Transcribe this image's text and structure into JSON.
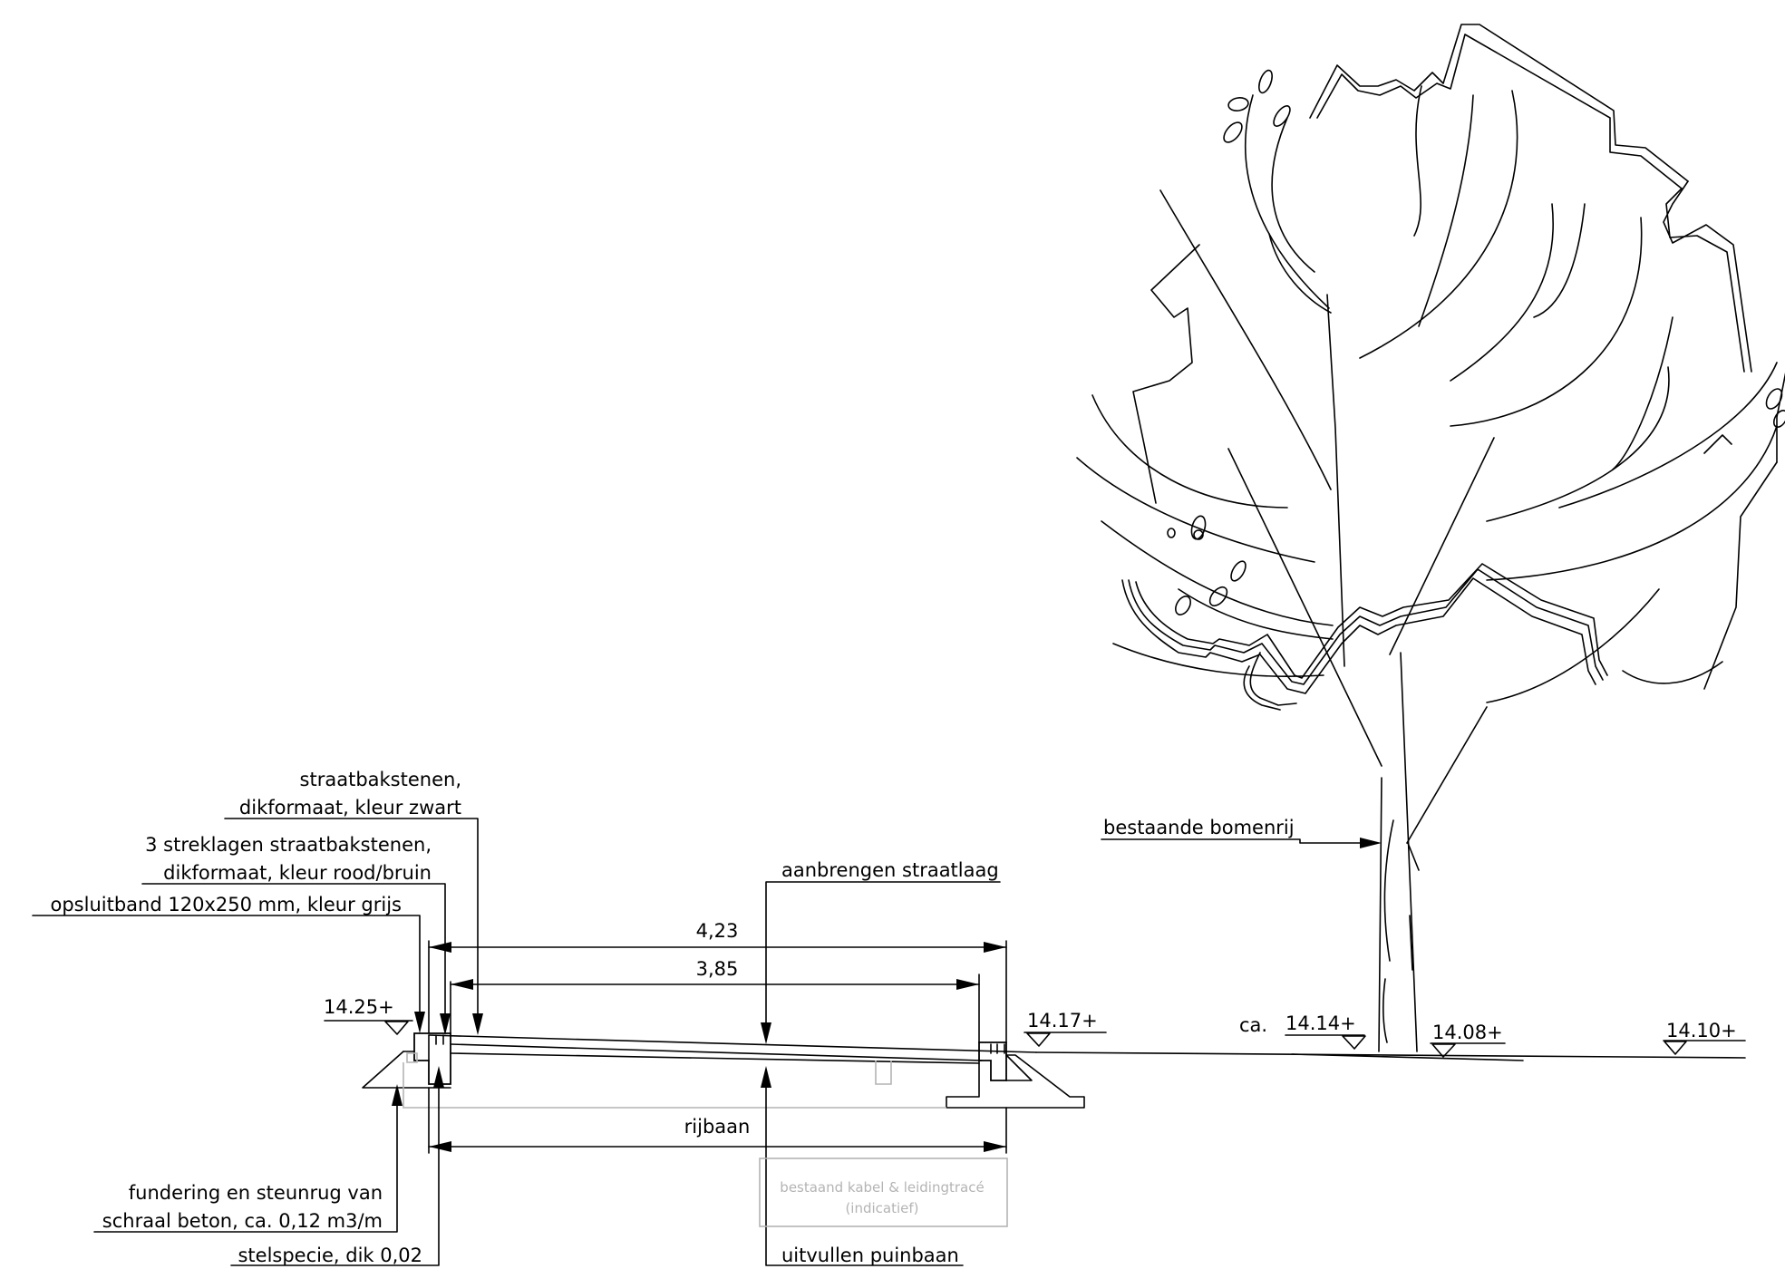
{
  "labels": {
    "straatbakstenen_line1": "straatbakstenen,",
    "straatbakstenen_line2": "dikformaat, kleur zwart",
    "streklagen_line1": "3 streklagen straatbakstenen,",
    "streklagen_line2": "dikformaat, kleur rood/bruin",
    "opsluitband": "opsluitband 120x250 mm, kleur grijs",
    "aanbrengen_straatlaag": "aanbrengen straatlaag",
    "bestaande_bomenrij": "bestaande bomenrij",
    "fundering_line1": "fundering en steunrug van",
    "fundering_line2": "schraal beton, ca. 0,12 m3/m",
    "stelspecie": "stelspecie, dik 0,02",
    "uitvullen_puinbaan": "uitvullen puinbaan",
    "kabel_line1": "bestaand kabel & leidingtracé",
    "kabel_line2": "(indicatief)"
  },
  "dimensions": {
    "width_total": "4,23",
    "width_inner": "3,85",
    "rijbaan": "rijbaan"
  },
  "levels": {
    "left": "14.25+",
    "right_curb": "14.17+",
    "ca_prefix": "ca.",
    "tree_left": "14.14+",
    "tree_right": "14.08+",
    "far_right": "14.10+"
  },
  "colors": {
    "line": "#000000",
    "existing_gray": "#b4b4b4",
    "background": "#ffffff"
  }
}
